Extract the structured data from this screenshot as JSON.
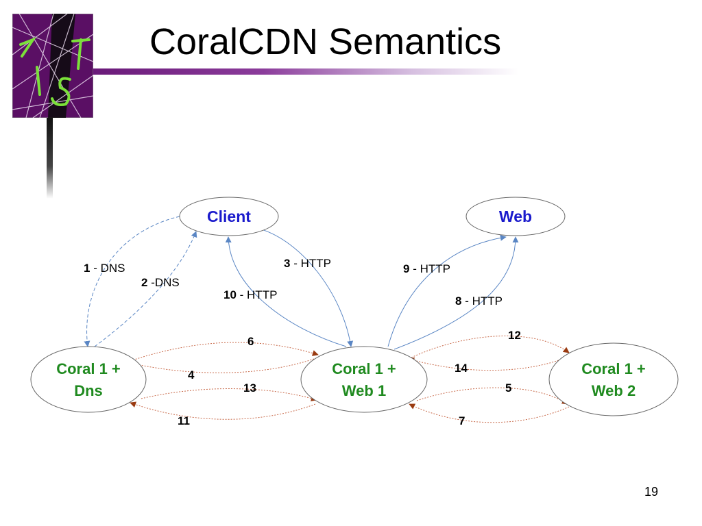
{
  "slide": {
    "title": "CoralCDN Semantics",
    "page_number": "19"
  },
  "nodes": {
    "client": "Client",
    "web": "Web",
    "coral_dns_line1": "Coral 1 +",
    "coral_dns_line2": "Dns",
    "coral_web1_line1": "Coral 1 +",
    "coral_web1_line2": "Web 1",
    "coral_web2_line1": "Coral 1 +",
    "coral_web2_line2": "Web 2"
  },
  "edges": {
    "e1": {
      "num": "1",
      "text": " - DNS"
    },
    "e2": {
      "num": "2",
      "text": " -DNS"
    },
    "e3": {
      "num": "3",
      "text": " - HTTP"
    },
    "e10": {
      "num": "10",
      "text": " - HTTP"
    },
    "e9": {
      "num": "9",
      "text": " - HTTP"
    },
    "e8": {
      "num": "8",
      "text": " - HTTP"
    },
    "e4": "4",
    "e5": "5",
    "e6": "6",
    "e7": "7",
    "e11": "11",
    "e12": "12",
    "e13": "13",
    "e14": "14"
  },
  "colors": {
    "node_blue_text": "#1a1acc",
    "node_green_text": "#1f8a1f",
    "http_arrow": "#5a86c4",
    "coral_arrow": "#b04a1a",
    "logo_bg": "#5a0f64",
    "logo_glyph": "#7be03a"
  }
}
